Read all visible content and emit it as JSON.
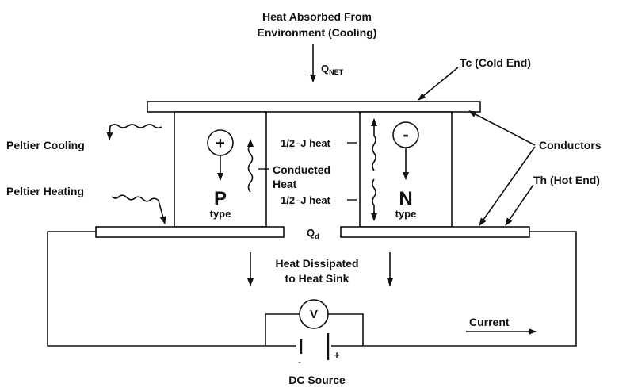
{
  "title_line1": "Heat Absorbed From",
  "title_line2": "Environment (Cooling)",
  "q_net": "Q",
  "q_net_sub": "NET",
  "tc_label": "Tc (Cold End)",
  "th_label": "Th (Hot End)",
  "peltier_cooling": "Peltier Cooling",
  "peltier_heating": "Peltier Heating",
  "conductors": "Conductors",
  "p_sign": "+",
  "n_sign": "-",
  "p_letter": "P",
  "n_letter": "N",
  "type_word": "type",
  "half_j_top": "1/2–J heat",
  "half_j_bottom": "1/2–J heat",
  "conducted_line1": "Conducted",
  "conducted_line2": "Heat",
  "q_d": "Q",
  "q_d_sub": "d",
  "dissipated_line1": "Heat Dissipated",
  "dissipated_line2": "to Heat Sink",
  "voltmeter": "V",
  "current": "Current",
  "dc_source": "DC Source",
  "neg_terminal": "-",
  "pos_terminal": "+"
}
